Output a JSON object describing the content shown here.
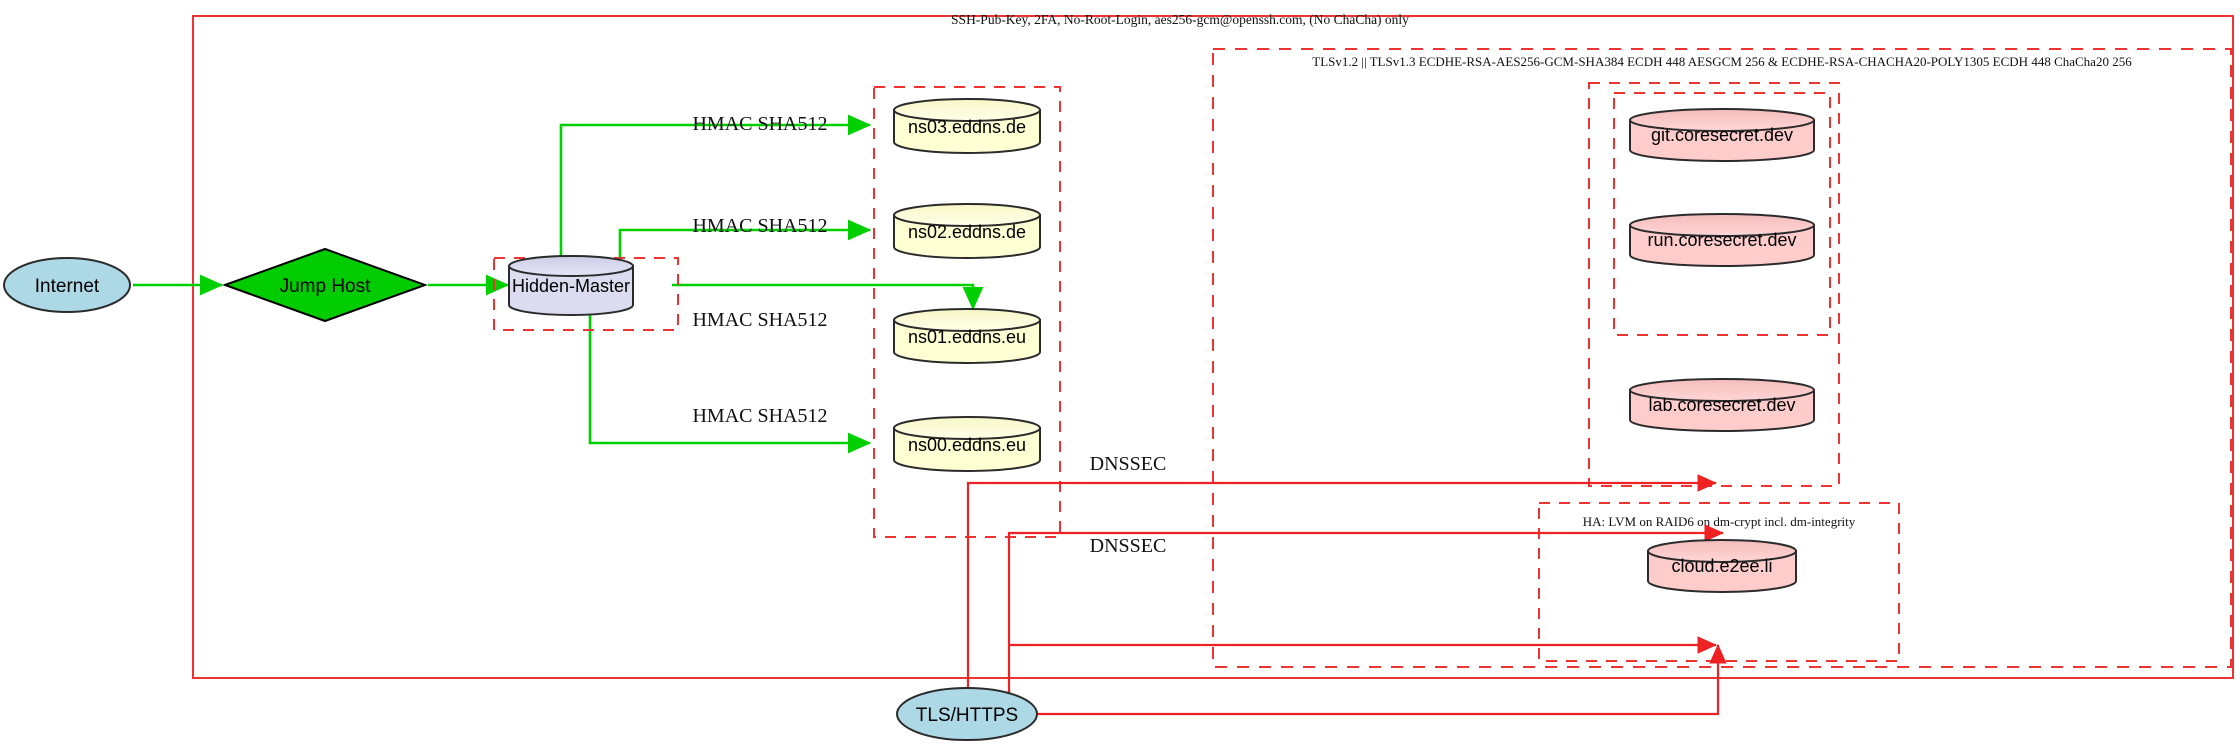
{
  "diagram": {
    "title_hidden": "network security topology",
    "colors": {
      "boundary_red": "#ee3333",
      "flow_green": "#00d000",
      "node_blue": "#add8e6",
      "node_green": "#00cc00",
      "node_lavender": "#dcdcf0",
      "node_yellow": "#ffffd4",
      "node_pink": "#ffcccc",
      "stroke_dark": "#2b2b2b"
    }
  },
  "boundaries": {
    "ssh_zone_label": "SSH-Pub-Key, 2FA, No-Root-Login, aes256-gcm@openssh.com, (No ChaCha) only",
    "tls_zone_label": "TLSv1.2 || TLSv1.3 ECDHE-RSA-AES256-GCM-SHA384 ECDH 448 AESGCM 256 & ECDHE-RSA-CHACHA20-POLY1305 ECDH 448 ChaCha20 256",
    "ha_zone_label": "HA: LVM on RAID6 on dm-crypt incl. dm-integrity"
  },
  "nodes": {
    "internet": {
      "label": "Internet",
      "shape": "ellipse",
      "fill": "#add8e6"
    },
    "jump_host": {
      "label": "Jump Host",
      "shape": "diamond",
      "fill": "#00cc00"
    },
    "hidden_master": {
      "label": "Hidden-Master",
      "shape": "cylinder",
      "fill": "#dcdcf0"
    },
    "tls_https": {
      "label": "TLS/HTTPS",
      "shape": "ellipse",
      "fill": "#add8e6"
    },
    "dns_servers": [
      {
        "label": "ns03.eddns.de",
        "shape": "cylinder",
        "fill": "#ffffd4"
      },
      {
        "label": "ns02.eddns.de",
        "shape": "cylinder",
        "fill": "#ffffd4"
      },
      {
        "label": "ns01.eddns.eu",
        "shape": "cylinder",
        "fill": "#ffffd4"
      },
      {
        "label": "ns00.eddns.eu",
        "shape": "cylinder",
        "fill": "#ffffd4"
      }
    ],
    "app_servers": [
      {
        "label": "git.coresecret.dev",
        "shape": "cylinder",
        "fill": "#ffcccc"
      },
      {
        "label": "run.coresecret.dev",
        "shape": "cylinder",
        "fill": "#ffcccc"
      },
      {
        "label": "lab.coresecret.dev",
        "shape": "cylinder",
        "fill": "#ffcccc"
      }
    ],
    "storage_servers": [
      {
        "label": "cloud.e2ee.li",
        "shape": "cylinder",
        "fill": "#ffcccc"
      }
    ]
  },
  "edges": {
    "hmac_labels": [
      "HMAC SHA512",
      "HMAC SHA512",
      "HMAC SHA512",
      "HMAC SHA512"
    ],
    "dnssec_labels": [
      "DNSSEC",
      "DNSSEC"
    ]
  }
}
